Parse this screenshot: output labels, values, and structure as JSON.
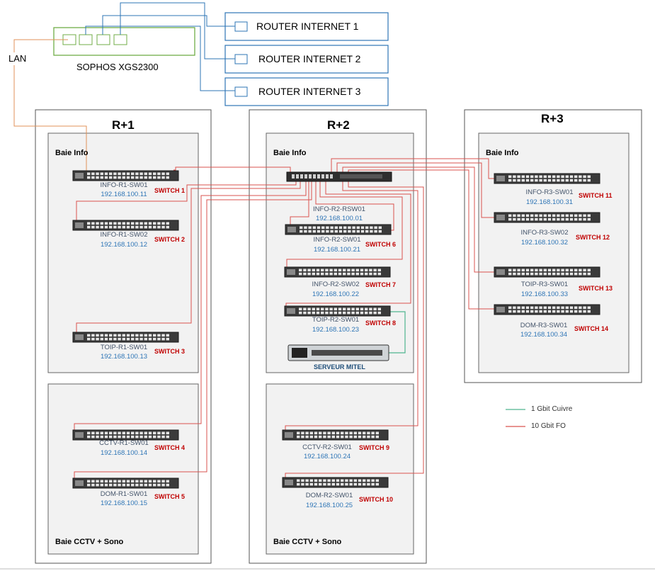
{
  "firewall": {
    "label": "SOPHOS XGS2300"
  },
  "lan_label": "LAN",
  "routers": [
    "ROUTER INTERNET 1",
    "ROUTER INTERNET 2",
    "ROUTER INTERNET 3"
  ],
  "floors": {
    "r1": "R+1",
    "r2": "R+2",
    "r3": "R+3"
  },
  "bays": {
    "info": "Baie Info",
    "cctv": "Baie CCTV + Sono"
  },
  "core": {
    "name": "INFO-R2-RSW01",
    "ip": "192.168.100.01"
  },
  "switches": [
    {
      "name": "INFO-R1-SW01",
      "ip": "192.168.100.11",
      "id": "SWITCH 1"
    },
    {
      "name": "INFO-R1-SW02",
      "ip": "192.168.100.12",
      "id": "SWITCH 2"
    },
    {
      "name": "TOIP-R1-SW01",
      "ip": "192.168.100.13",
      "id": "SWITCH 3"
    },
    {
      "name": "CCTV-R1-SW01",
      "ip": "192.168.100.14",
      "id": "SWITCH 4"
    },
    {
      "name": "DOM-R1-SW01",
      "ip": "192.168.100.15",
      "id": "SWITCH 5"
    },
    {
      "name": "INFO-R2-SW01",
      "ip": "192.168.100.21",
      "id": "SWITCH 6"
    },
    {
      "name": "INFO-R2-SW02",
      "ip": "192.168.100.22",
      "id": "SWITCH 7"
    },
    {
      "name": "TOIP-R2-SW01",
      "ip": "192.168.100.23",
      "id": "SWITCH 8"
    },
    {
      "name": "CCTV-R2-SW01",
      "ip": "192.168.100.24",
      "id": "SWITCH 9"
    },
    {
      "name": "DOM-R2-SW01",
      "ip": "192.168.100.25",
      "id": "SWITCH 10"
    },
    {
      "name": "INFO-R3-SW01",
      "ip": "192.168.100.31",
      "id": "SWITCH 11"
    },
    {
      "name": "INFO-R3-SW02",
      "ip": "192.168.100.32",
      "id": "SWITCH 12"
    },
    {
      "name": "TOIP-R3-SW01",
      "ip": "192.168.100.33",
      "id": "SWITCH 13"
    },
    {
      "name": "DOM-R3-SW01",
      "ip": "192.168.100.34",
      "id": "SWITCH 14"
    }
  ],
  "server": {
    "label": "SERVEUR MITEL"
  },
  "legend": [
    {
      "label": "1 Gbit Cuivre",
      "color": "#4fb58f"
    },
    {
      "label": "10 Gbit FO",
      "color": "#d9534f"
    }
  ],
  "colors": {
    "fiber": "#d9534f",
    "copper": "#4fb58f",
    "lan": "#e0925a",
    "router_border": "#2e75b6",
    "firewall_border": "#70ad47"
  }
}
